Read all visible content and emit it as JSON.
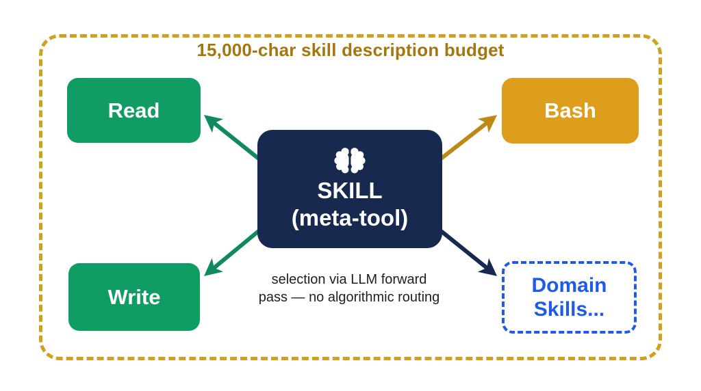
{
  "frame": {
    "title": "15,000-char skill description budget",
    "border_color": "#D2A01F",
    "title_color": "#A5760D"
  },
  "center": {
    "icon": "brain-icon",
    "title": "SKILL",
    "subtitle": "(meta-tool)",
    "caption": "selection via LLM forward pass — no algorithmic routing",
    "bg_color": "#17294E",
    "text_color": "#FFFFFF"
  },
  "nodes": {
    "read": {
      "label": "Read",
      "bg_color": "#0F9D63",
      "text_color": "#FFFFFF"
    },
    "bash": {
      "label": "Bash",
      "bg_color": "#DD9E1C",
      "text_color": "#FFFFFF"
    },
    "write": {
      "label": "Write",
      "bg_color": "#0F9D63",
      "text_color": "#FFFFFF"
    },
    "domain": {
      "label": "Domain Skills...",
      "border_color": "#1D5CE8",
      "text_color": "#1D5CE8",
      "border_style": "dashed"
    }
  },
  "arrows": [
    {
      "from": "center",
      "to": "read",
      "color": "#0F8A5E"
    },
    {
      "from": "center",
      "to": "bash",
      "color": "#BD8A15"
    },
    {
      "from": "center",
      "to": "write",
      "color": "#0F8A5E"
    },
    {
      "from": "center",
      "to": "domain",
      "color": "#17294E"
    }
  ]
}
